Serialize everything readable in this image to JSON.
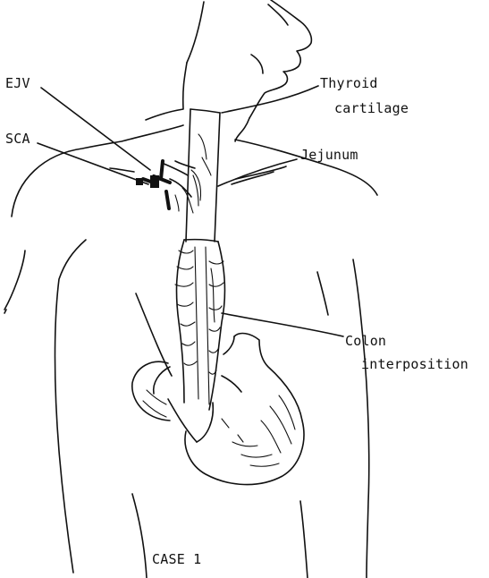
{
  "labels": {
    "ejv": "EJV",
    "sca": "SCA",
    "thyroid_line1": "Thyroid",
    "thyroid_line2": "cartilage",
    "jejunum": "Jejunum",
    "colon_line1": "Colon",
    "colon_line2": "interposition",
    "case": "CASE 1"
  }
}
